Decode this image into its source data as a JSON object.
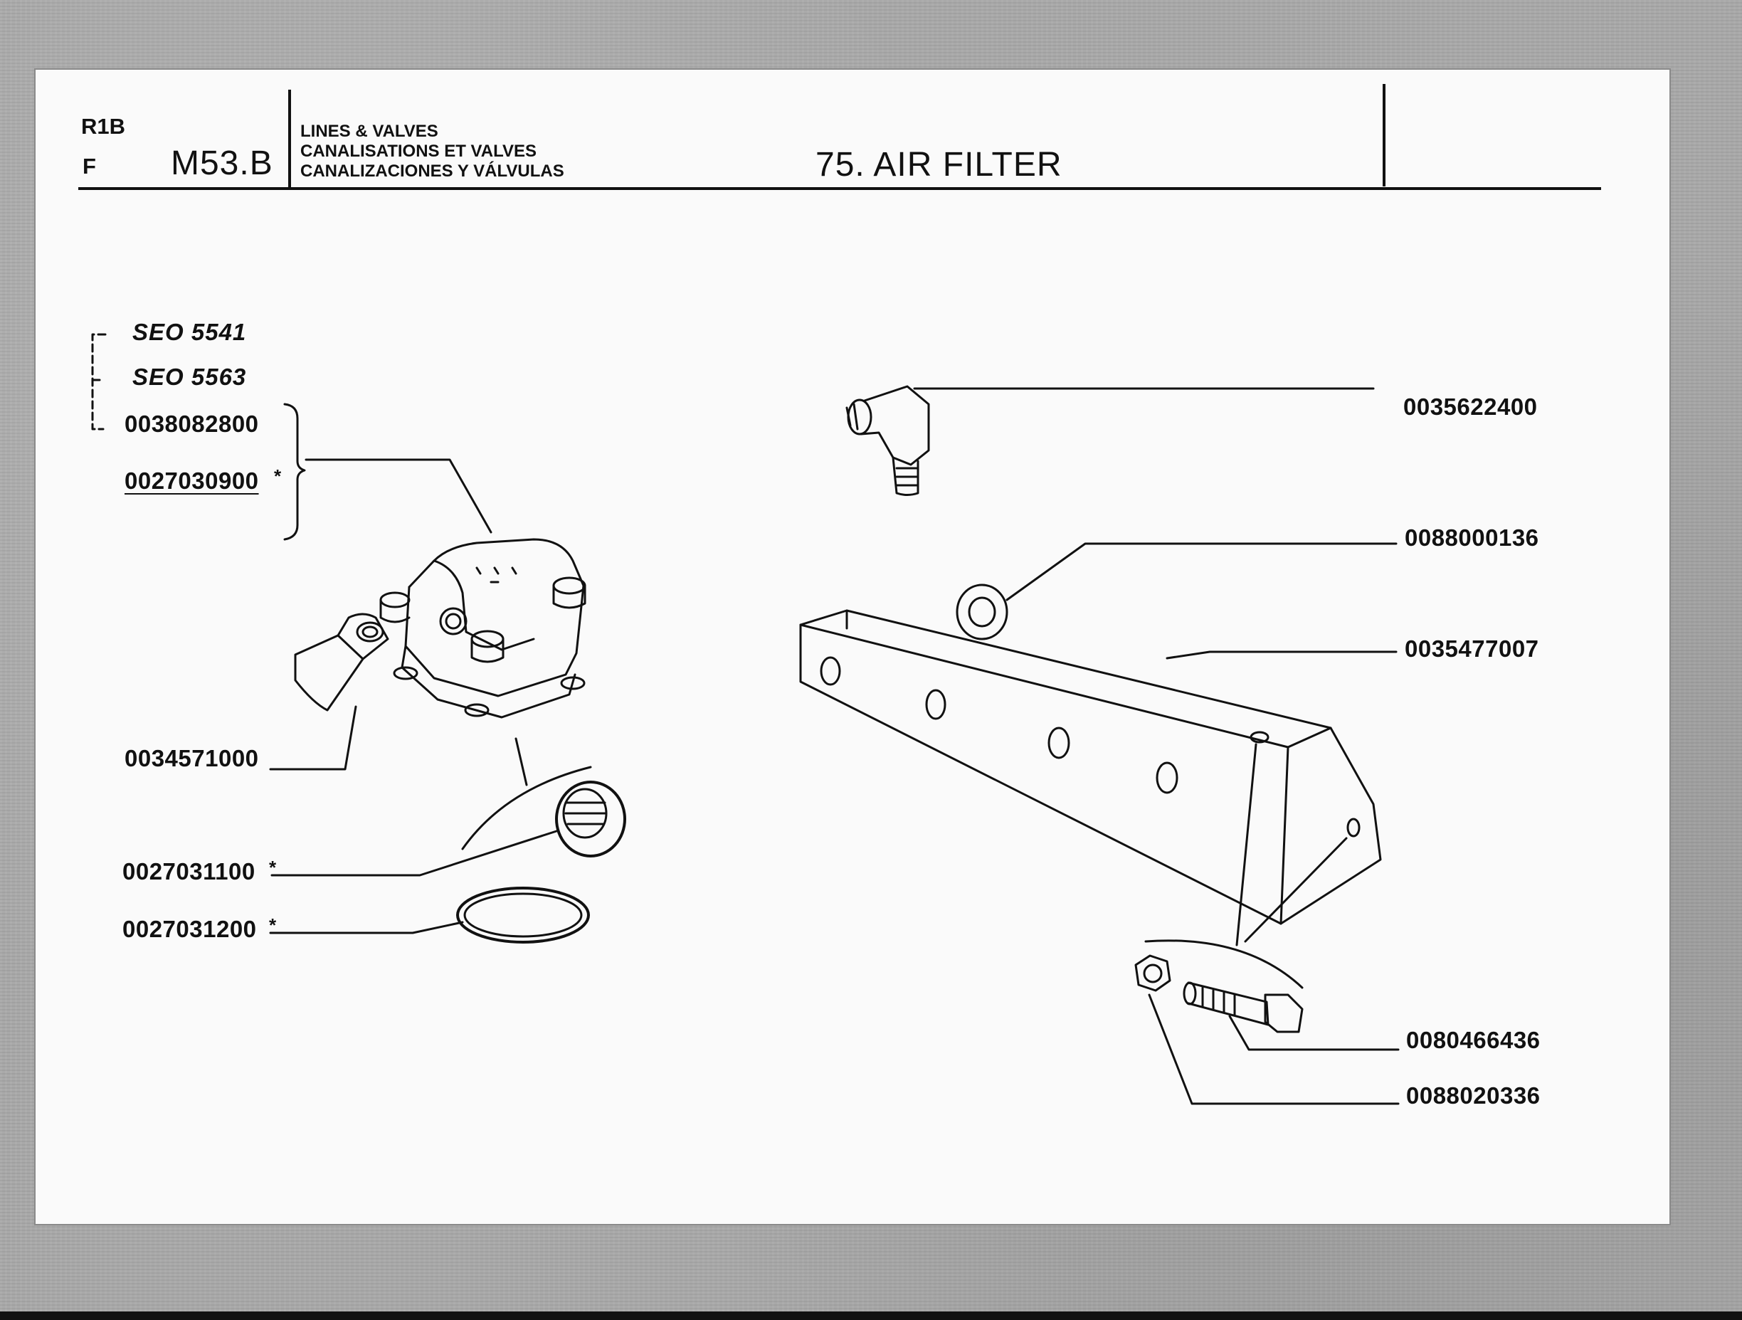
{
  "header": {
    "code_top": "R1B",
    "code_bottom": "F",
    "group_code": "M53.B",
    "section_en": "LINES & VALVES",
    "section_fr": "CANALISATIONS ET VALVES",
    "section_es": "CANALIZACIONES Y VÁLVULAS",
    "page_title": "75. AIR FILTER"
  },
  "references": {
    "ref1": "SEO 5541",
    "ref2": "SEO 5563"
  },
  "parts": {
    "p_0038082800": "0038082800",
    "p_0027030900": "0027030900",
    "p_0027030900_mark": "*",
    "p_0034571000": "0034571000",
    "p_0027031100": "0027031100",
    "p_0027031100_mark": "*",
    "p_0027031200": "0027031200",
    "p_0027031200_mark": "*",
    "p_0035622400": "0035622400",
    "p_0088000136": "0088000136",
    "p_0035477007": "0035477007",
    "p_0080466436": "0080466436",
    "p_0088020336": "0088020336"
  }
}
